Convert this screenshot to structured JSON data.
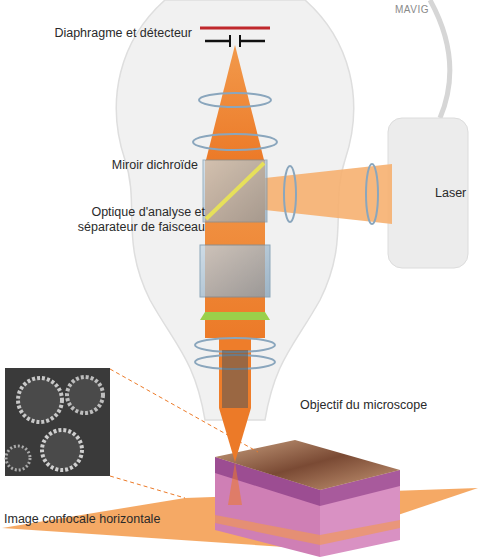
{
  "diagram": {
    "labels": [
      "MAVIG",
      "Diaphragme et détecteur",
      "Miroir dichroïde",
      "Laser",
      "Optique d'analyse et séparateur de faisceau",
      "Objectif du microscope",
      "Image confocale horizontale"
    ]
  }
}
